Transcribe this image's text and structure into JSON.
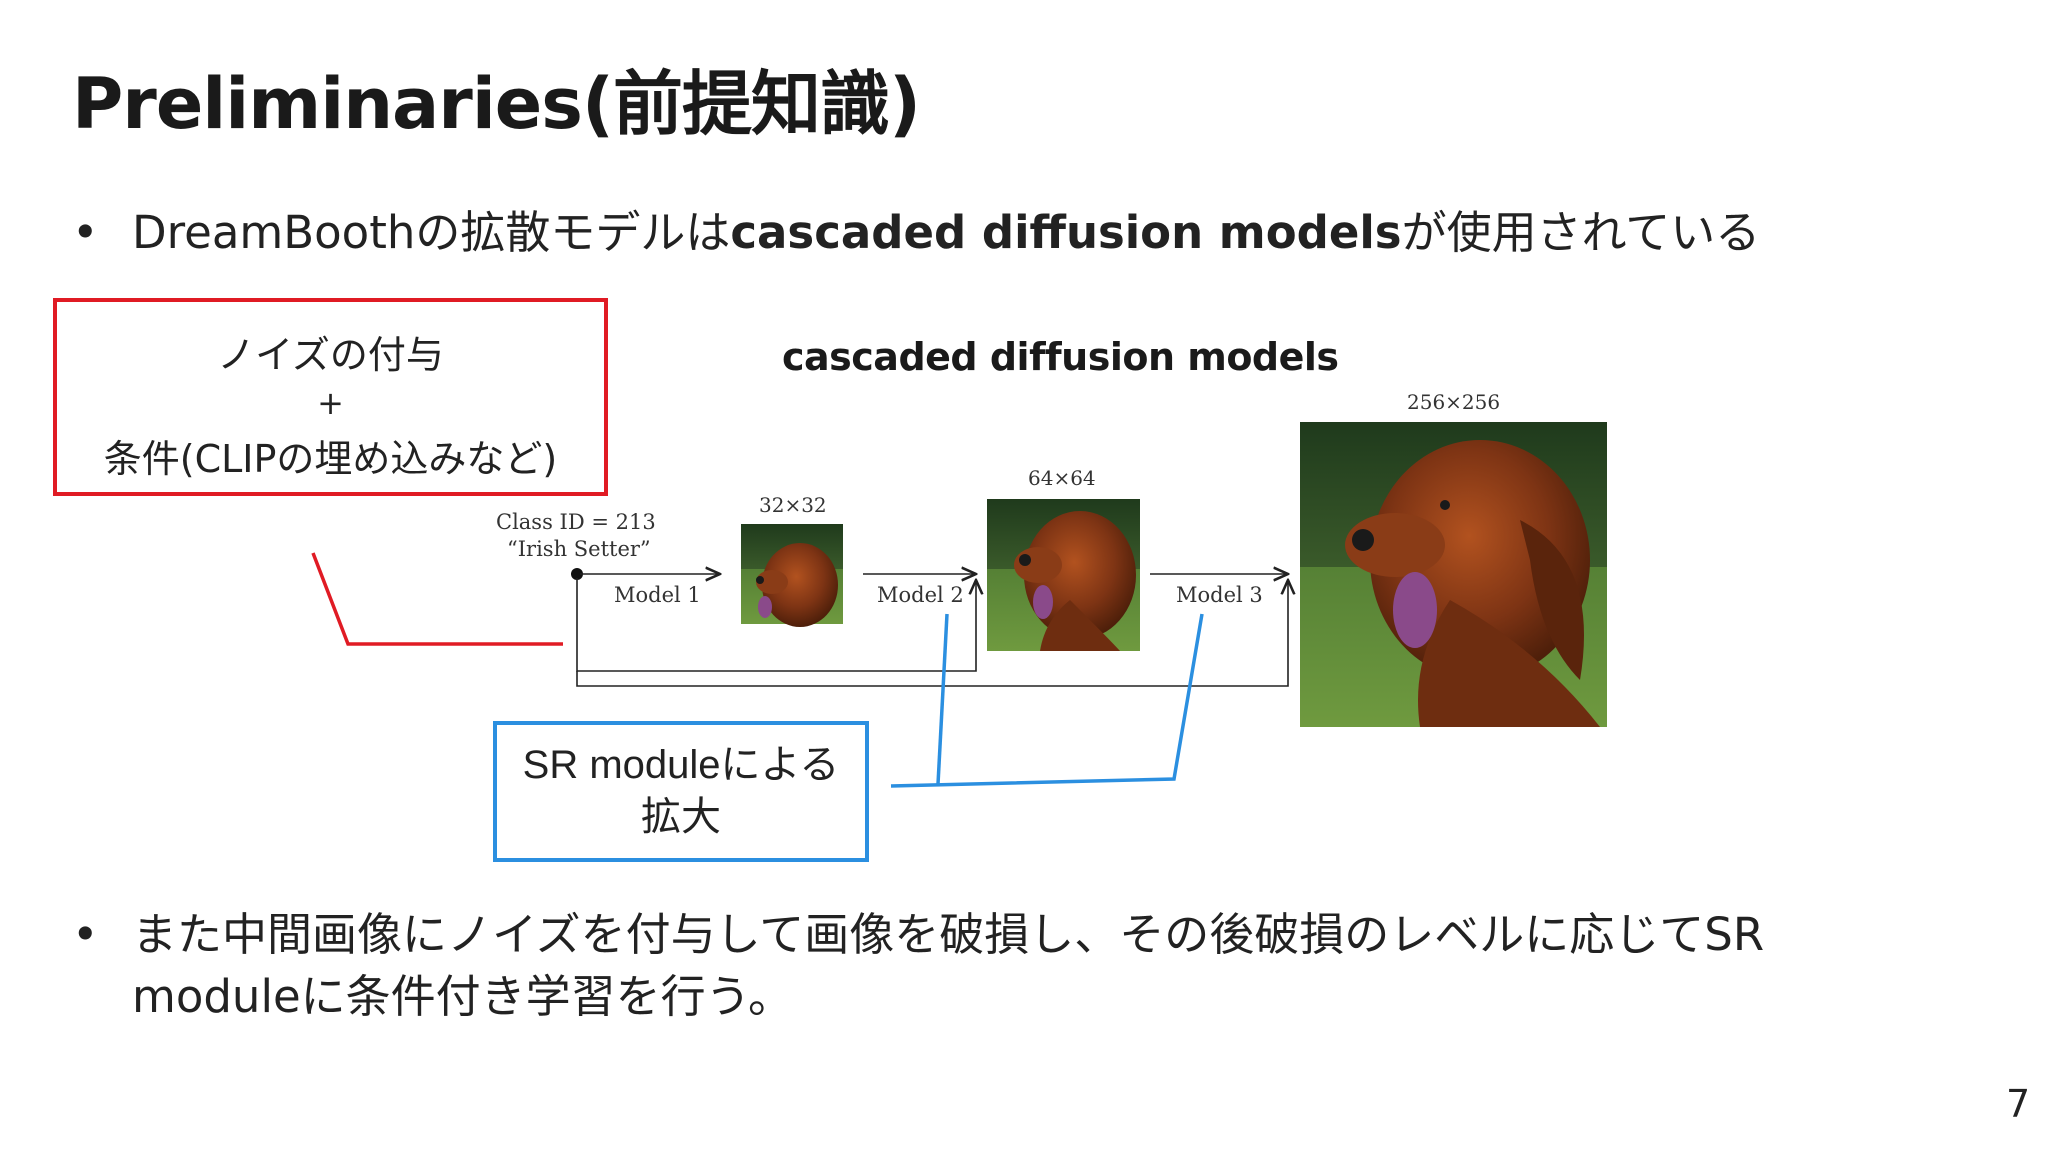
{
  "slide": {
    "title": "Preliminaries(前提知識)",
    "bullets": [
      {
        "dot": "•",
        "text_pre": "DreamBoothの拡散モデルは",
        "text_bold": "cascaded diffusion models",
        "text_post": "が使用されている"
      },
      {
        "dot": "•",
        "text": "また中間画像にノイズを付与して画像を破損し、その後破損のレベルに応じてSR moduleに条件付き学習を行う。"
      }
    ],
    "page_number": "7"
  },
  "callouts": {
    "red": {
      "line1": "ノイズの付与",
      "line2": "+",
      "line3": "条件(CLIPの埋め込みなど)",
      "color": "#e01b24"
    },
    "blue": {
      "line1": "SR moduleによる",
      "line2": "拡大",
      "color": "#2b8fe0"
    }
  },
  "figure": {
    "heading": "cascaded diffusion models",
    "class_id": "Class ID = 213",
    "class_name": "“Irish Setter”",
    "models": [
      "Model 1",
      "Model 2",
      "Model 3"
    ],
    "resolutions": [
      "32×32",
      "64×64",
      "256×256"
    ],
    "image_subject": "Irish Setter dog"
  }
}
